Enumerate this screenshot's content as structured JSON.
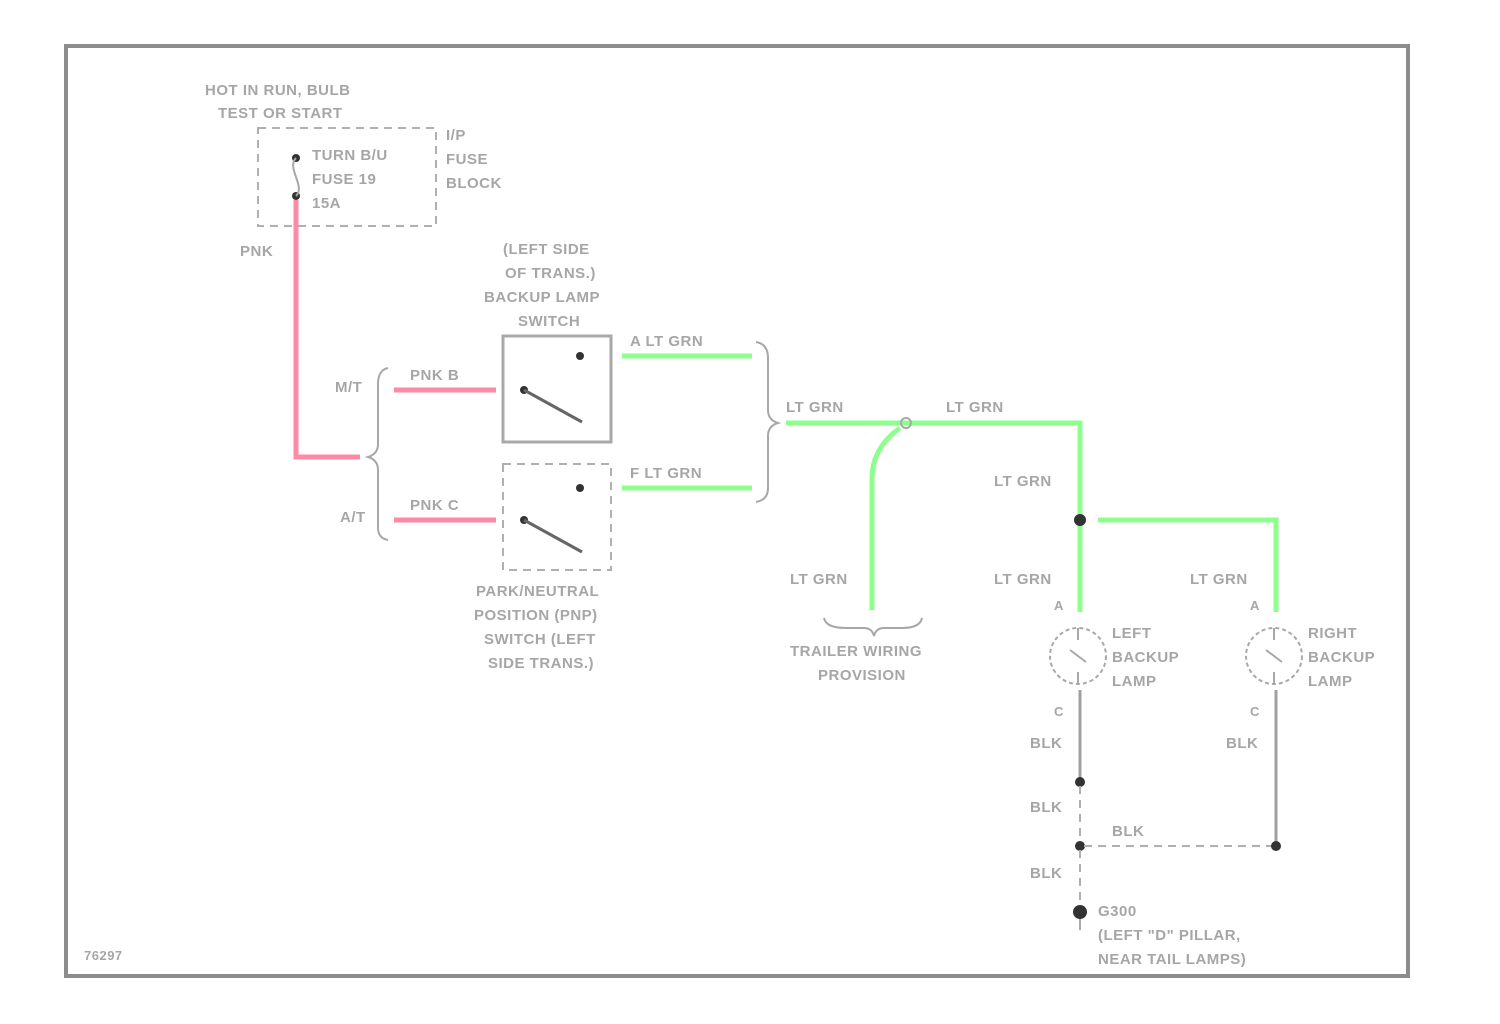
{
  "fuse_box": {
    "hot_label_1": "HOT IN RUN, BULB",
    "hot_label_2": "TEST OR START",
    "fuse_line_1": "TURN B/U",
    "fuse_line_2": "FUSE 19",
    "fuse_line_3": "15A",
    "block_line_1": "I/P",
    "block_line_2": "FUSE",
    "block_line_3": "BLOCK"
  },
  "wires": {
    "pnk": "PNK",
    "pnk_b": "PNK  B",
    "pnk_c": "PNK  C",
    "a_lt_grn": "A  LT GRN",
    "f_lt_grn": "F  LT GRN",
    "lt_grn": "LT GRN",
    "blk": "BLK"
  },
  "transmission": {
    "mt": "M/T",
    "at": "A/T"
  },
  "backup_switch": {
    "line_1": "(LEFT SIDE",
    "line_2": "OF TRANS.)",
    "line_3": "BACKUP LAMP",
    "line_4": "SWITCH"
  },
  "pnp_switch": {
    "line_1": "PARK/NEUTRAL",
    "line_2": "POSITION (PNP)",
    "line_3": "SWITCH (LEFT",
    "line_4": "SIDE TRANS.)"
  },
  "trailer": {
    "line_1": "TRAILER WIRING",
    "line_2": "PROVISION"
  },
  "left_lamp": {
    "line_1": "LEFT",
    "line_2": "BACKUP",
    "line_3": "LAMP",
    "pin_top": "A",
    "pin_bottom": "C"
  },
  "right_lamp": {
    "line_1": "RIGHT",
    "line_2": "BACKUP",
    "line_3": "LAMP",
    "pin_top": "A",
    "pin_bottom": "C"
  },
  "ground": {
    "line_1": "G300",
    "line_2": "(LEFT \"D\" PILLAR,",
    "line_3": "NEAR TAIL LAMPS)"
  },
  "figure_id": "76297",
  "colors": {
    "pink_wire": "#ff8aa8",
    "green_wire": "#8dff8d",
    "black_wire": "#a0a0a0"
  }
}
